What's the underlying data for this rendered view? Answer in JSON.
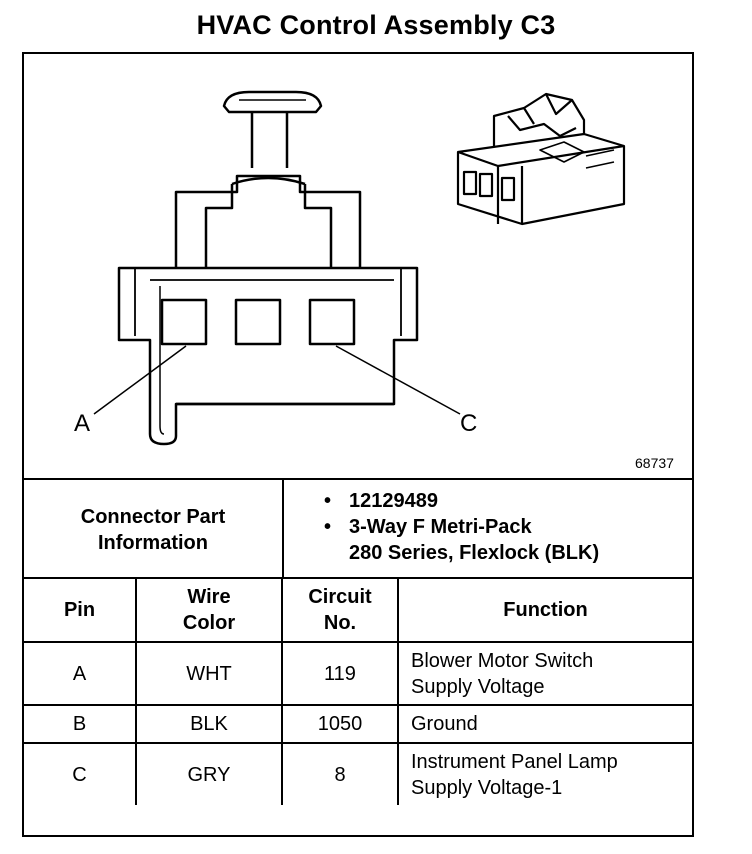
{
  "title": "HVAC Control Assembly C3",
  "figure": {
    "id": "68737",
    "callouts": [
      "A",
      "C"
    ]
  },
  "connector_info": {
    "label_lines": [
      "Connector Part",
      "Information"
    ],
    "items": [
      [
        "12129489"
      ],
      [
        "3-Way F Metri-Pack",
        "280 Series, Flexlock (BLK)"
      ]
    ]
  },
  "table": {
    "headers": [
      [
        "Pin"
      ],
      [
        "Wire",
        "Color"
      ],
      [
        "Circuit",
        "No."
      ],
      [
        "Function"
      ]
    ],
    "rows": [
      {
        "pin": "A",
        "color": "WHT",
        "circuit": "119",
        "function": [
          "Blower Motor Switch",
          "Supply Voltage"
        ]
      },
      {
        "pin": "B",
        "color": "BLK",
        "circuit": "1050",
        "function": [
          "Ground"
        ]
      },
      {
        "pin": "C",
        "color": "GRY",
        "circuit": "8",
        "function": [
          "Instrument Panel Lamp",
          "Supply Voltage-1"
        ]
      }
    ]
  }
}
